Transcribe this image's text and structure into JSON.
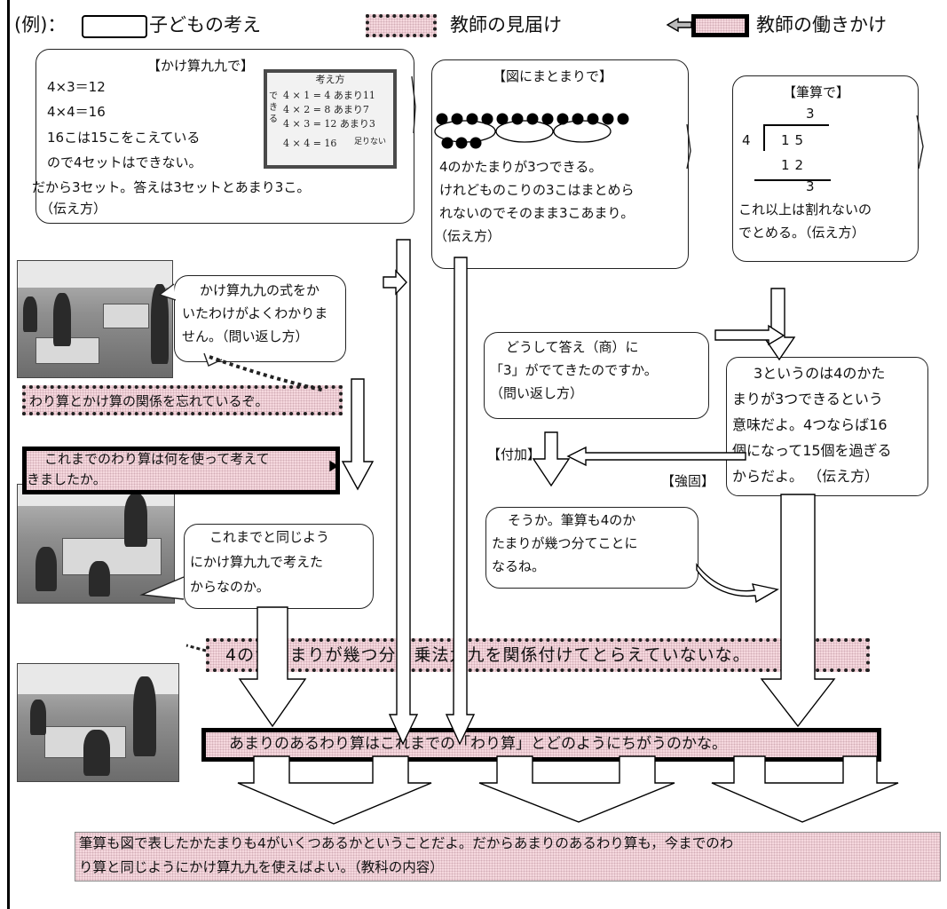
{
  "legend": {
    "example": "(例)：",
    "child_thinking": "子どもの考え",
    "teacher_observation": "教師の見届け",
    "teacher_action": "教師の働きかけ"
  },
  "box1": {
    "title": "【かけ算九九で】",
    "lines": [
      "4×3＝12",
      "4×4＝16",
      "16こは15こをこえている",
      "ので4セットはできない。",
      "だから3セット。答えは3セットとあまり3こ。",
      "（伝え方）"
    ]
  },
  "blackboard": {
    "title": "考え方",
    "lines": [
      "4 × 1 = 4 あまり11",
      "4 × 2 = 8 あまり7",
      "4 × 3 = 12 あまり3"
    ],
    "side": "できる",
    "bottom": "4 × 4 = 16",
    "bottom_note": "足りない"
  },
  "box2": {
    "title": "【図にまとまりで】",
    "lines": [
      "4のかたまりが3つできる。",
      "けれどものこりの3こはまとめら",
      "れないのでそのまま3こあまり。",
      "（伝え方）"
    ]
  },
  "box3": {
    "title": "【筆算で】",
    "quotient": "3",
    "divisor": "4",
    "dividend": "15",
    "product": "12",
    "remainder": "3",
    "lines": [
      "これ以上は割れないの",
      "でとめる。（伝え方）"
    ]
  },
  "q1": {
    "lines": [
      "かけ算九九の式をか",
      "いたわけがよくわかりま",
      "せん。（問い返し方）"
    ]
  },
  "obs1": "わり算とかけ算の関係を忘れているぞ。",
  "act1": {
    "lines": [
      "これまでのわり算は何を使って考えて",
      "きましたか。"
    ]
  },
  "q2": {
    "lines": [
      "どうして答え（商）に",
      "「3」がでてきたのですか。",
      "（問い返し方）"
    ]
  },
  "box4": {
    "lines": [
      "3というのは4のかた",
      "まりが3つできるという",
      "意味だよ。4つならば16",
      "個になって15個を過ぎる",
      "からだよ。 （伝え方）"
    ]
  },
  "label_add": "【付加】",
  "label_strong": "【強固】",
  "box5": {
    "lines": [
      "そうか。筆算も4のか",
      "たまりが幾つ分てことに",
      "なるね。"
    ]
  },
  "box6": {
    "lines": [
      "これまでと同じよう",
      "にかけ算九九で考えた",
      "からなのか。"
    ]
  },
  "obs2": "4のかたまりが幾つ分と乗法九九を関係付けてとらえていないな。",
  "act2": "あまりのあるわり算はこれまでの「わり算」とどのようにちがうのかな。",
  "conclusion": {
    "lines": [
      "筆算も図で表したかたまりも4がいくつあるかということだよ。だからあまりのあるわり算も，今までのわ",
      "り算と同じようにかけ算九九を使えばよい。（教科の内容）"
    ]
  },
  "colors": {
    "pink": "#f6d9df",
    "ink": "#111111"
  }
}
